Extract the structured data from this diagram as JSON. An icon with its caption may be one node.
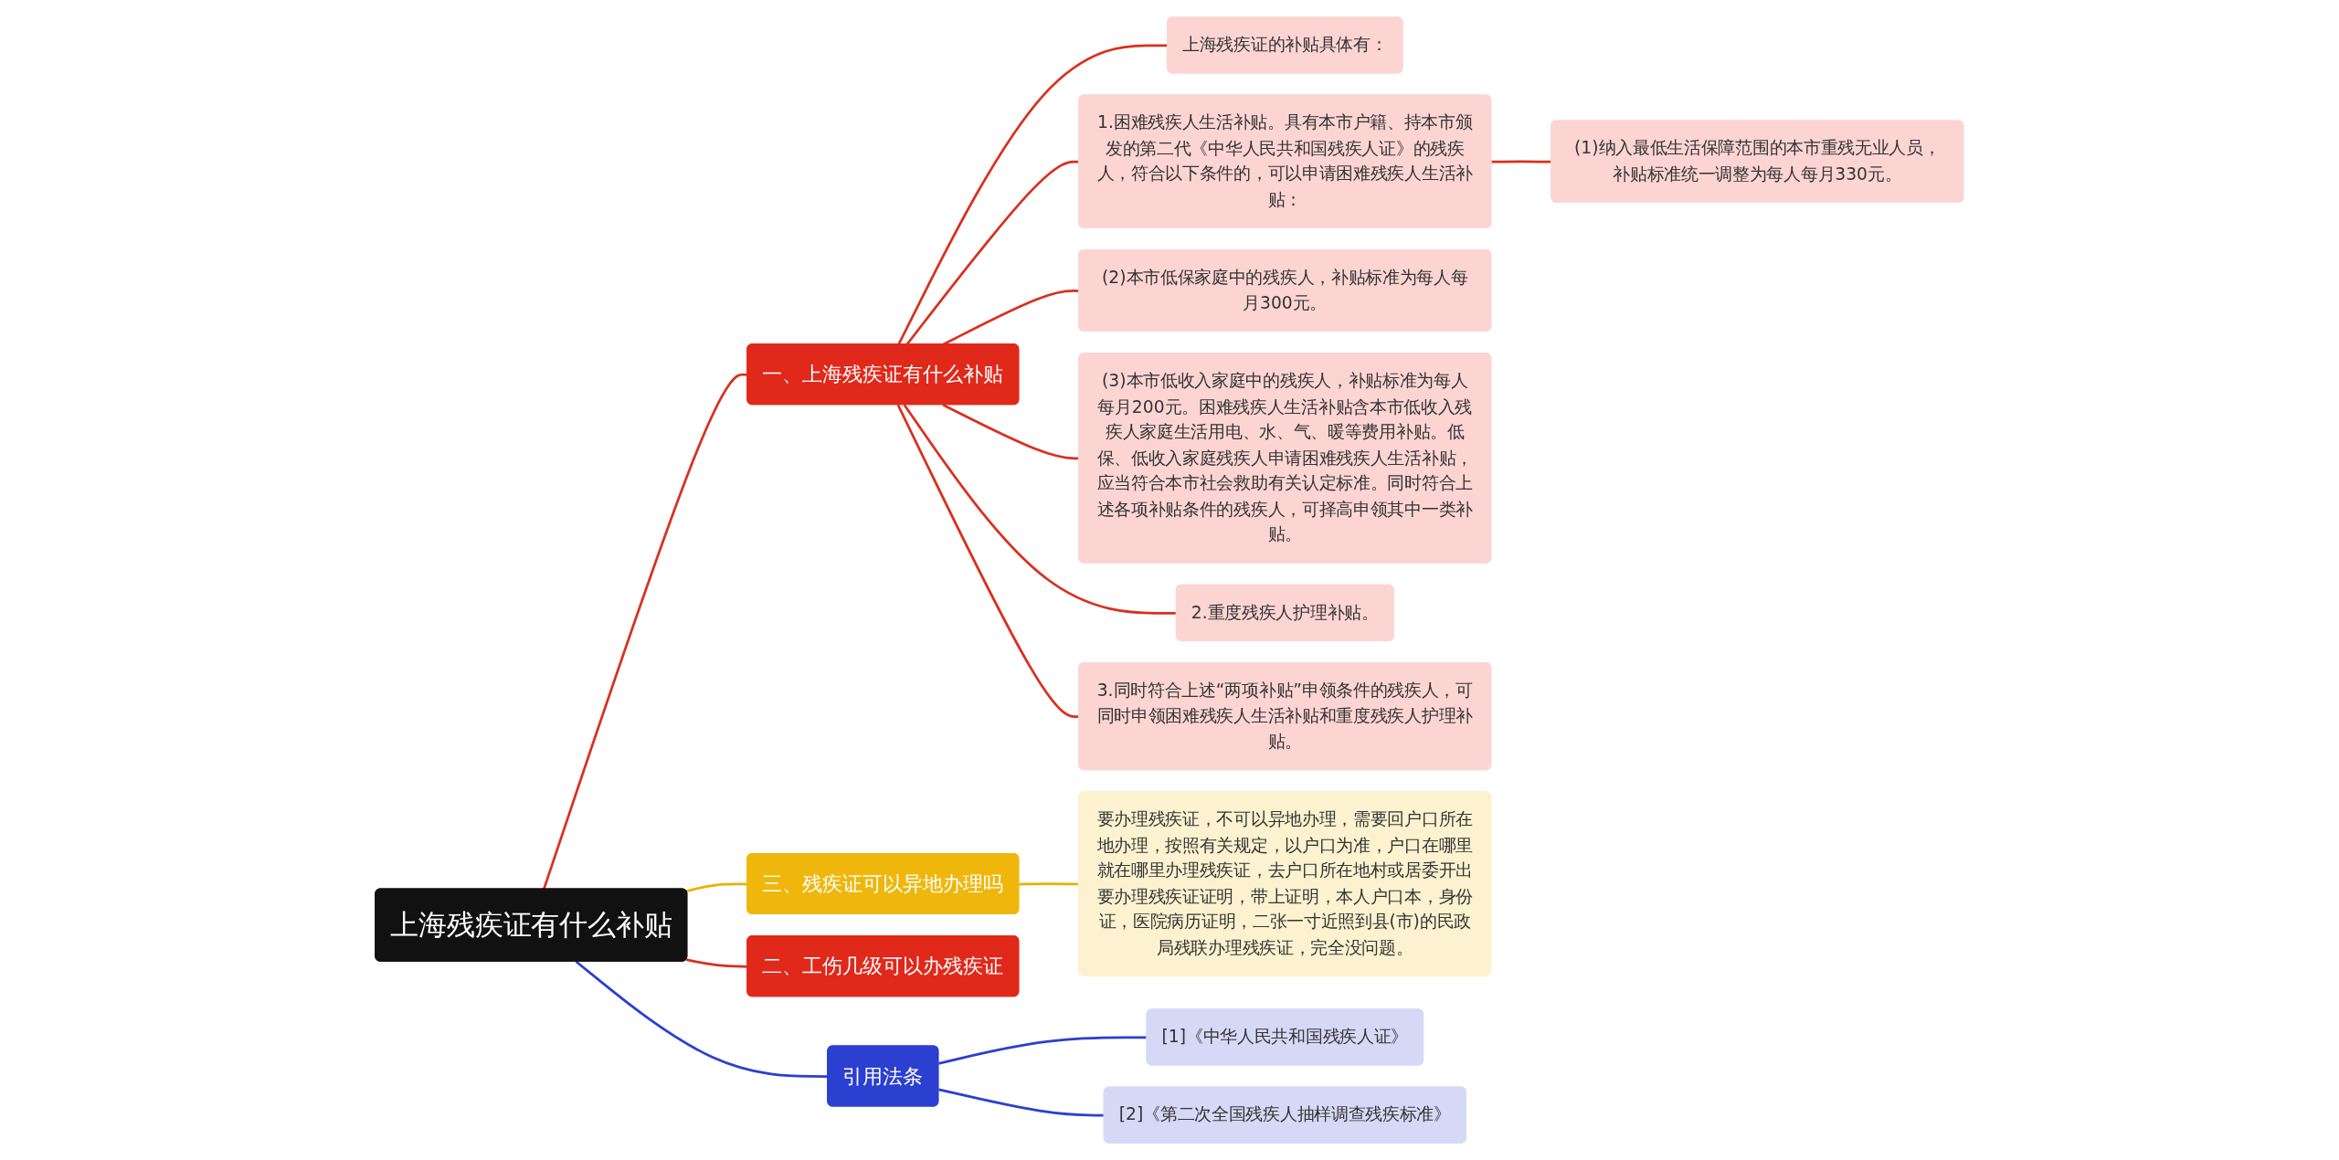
{
  "diagram": {
    "nodes": [
      {
        "text": [
          "上海残疾证有什么补贴"
        ]
      },
      {
        "text": [
          "一、上海残疾证有什么补贴"
        ]
      },
      {
        "text": [
          "上海残疾证的补贴具体有："
        ]
      },
      {
        "text": [
          "1.困难残疾人生活补贴。具有本市户籍、持本市颁发的第二代《中华人民共和国残疾人证》的残疾人，符合以下条件的，可以申请困难残疾人生活补贴："
        ]
      },
      {
        "text": [
          "(1)纳入最低生活保障范围的本市重残无业人员，补贴标准统一调整为每人每月330元。"
        ]
      },
      {
        "text": [
          "(2)本市低保家庭中的残疾人，补贴标准为每人每月300元。"
        ]
      },
      {
        "text": [
          "(3)本市低收入家庭中的残疾人，补贴标准为每人每月200元。困难残疾人生活补贴含本市低收入残疾人家庭生活用电、水、气、暖等费用补贴。低保、低收入家庭残疾人申请困难残疾人生活补贴，应当符合本市社会救助有关认定标准。同时符合上述各项补贴条件的残疾人，可择高申领其中一类补贴。"
        ]
      },
      {
        "text": [
          "2.重度残疾人护理补贴。"
        ]
      },
      {
        "text": [
          "3.同时符合上述“两项补贴”申领条件的残疾人，可同时申领困难残疾人生活补贴和重度残疾人护理补贴。"
        ]
      },
      {
        "text": [
          "三、残疾证可以异地办理吗"
        ]
      },
      {
        "text": [
          "要办理残疾证，不可以异地办理，需要回户口所在地办理，按照有关规定，以户口为准，户口在哪里就在哪里办理残疾证，去户口所在地村或居委开出要办理残疾证证明，带上证明，本人户口本，身份证，医院病历证明，二张一寸近照到县(市)的民政局残联办理残疾证，完全没问题。"
        ]
      },
      {
        "text": [
          "二、工伤几级可以办残疾证"
        ]
      },
      {
        "text": [
          "引用法条"
        ]
      },
      {
        "text": [
          "[1]《中华人民共和国残疾人证》"
        ]
      },
      {
        "text": [
          "[2]《第二次全国残疾人抽样调查残疾标准》"
        ]
      }
    ],
    "edges": [
      {
        "from": 0,
        "to": 1,
        "arrow": "none"
      },
      {
        "from": 1,
        "to": 2,
        "arrow": "none"
      },
      {
        "from": 1,
        "to": 3,
        "arrow": "none"
      },
      {
        "from": 3,
        "to": 4,
        "arrow": "none"
      },
      {
        "from": 1,
        "to": 5,
        "arrow": "none"
      },
      {
        "from": 1,
        "to": 6,
        "arrow": "none"
      },
      {
        "from": 1,
        "to": 7,
        "arrow": "none"
      },
      {
        "from": 1,
        "to": 8,
        "arrow": "none"
      },
      {
        "from": 0,
        "to": 9,
        "arrow": "none",
        "color": "#e8b008"
      },
      {
        "from": 9,
        "to": 10,
        "arrow": "none",
        "color": "#e8b008"
      },
      {
        "from": 0,
        "to": 11,
        "arrow": "none"
      },
      {
        "from": 0,
        "to": 12,
        "arrow": "none",
        "color": "#2b3fd1"
      },
      {
        "from": 12,
        "to": 13,
        "arrow": "none",
        "color": "#2b3fd1"
      },
      {
        "from": 12,
        "to": 14,
        "arrow": "none",
        "color": "#2b3fd1"
      }
    ]
  }
}
